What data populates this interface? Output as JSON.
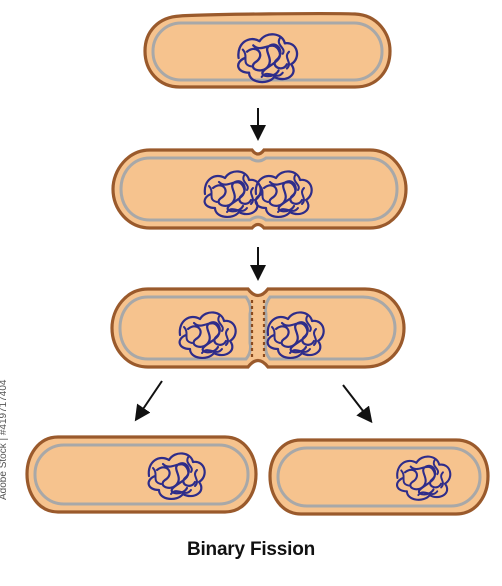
{
  "title": "Binary Fission",
  "credit": "Adobe Stock | #419717404",
  "colors": {
    "cytoplasm": "#f6c38e",
    "cell_wall": "#9a5a2c",
    "membrane": "#a8a8a8",
    "dna": "#2e2c8a",
    "septum": "#8a4a1e",
    "arrow": "#111111"
  },
  "stages": [
    {
      "name": "parent-cell",
      "icon": "bacterium-cell-icon"
    },
    {
      "name": "dna-replication",
      "icon": "bacterium-cell-icon"
    },
    {
      "name": "septum-formation",
      "icon": "bacterium-cell-icon"
    },
    {
      "name": "daughter-cells",
      "icon": "bacterium-cell-icon"
    }
  ]
}
